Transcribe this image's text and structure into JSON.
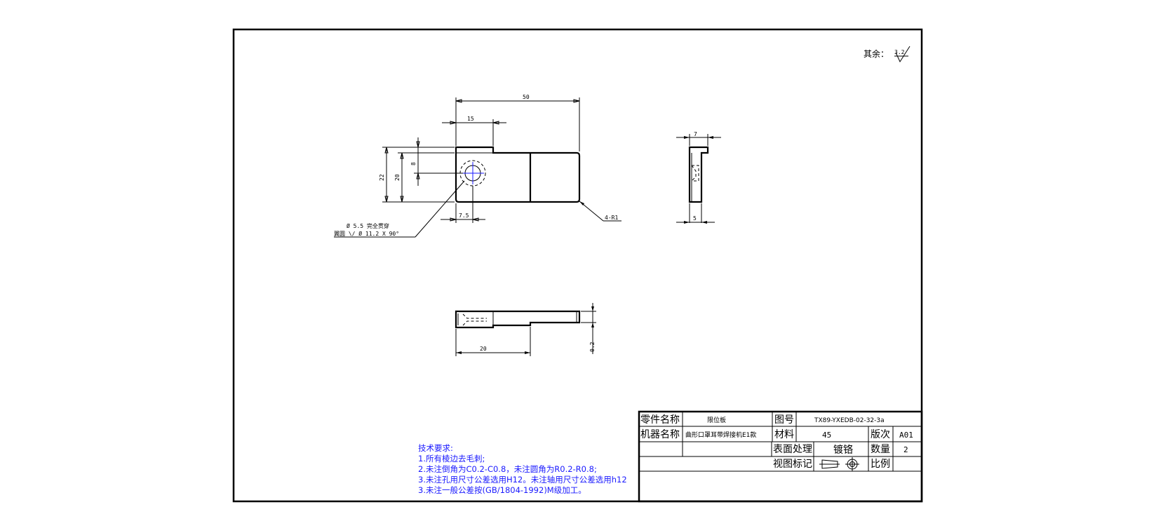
{
  "surface_note": {
    "label": "其余：",
    "roughness": "3.2"
  },
  "front_view": {
    "dim_overall_length": "50",
    "dim_tab_width": "15",
    "dim_height_22": "22",
    "dim_height_20": "20",
    "dim_hole_offset": "8",
    "dim_hole_pos": "7.5",
    "dim_radius": "4-R1",
    "hole_note_1": "Ø 5.5 完全贯穿",
    "hole_note_2": "翼圆 \\/ Ø 11.2 X 90°"
  },
  "side_view": {
    "dim_top": "7",
    "dim_bottom": "5"
  },
  "bottom_view": {
    "dim_length": "20",
    "dim_thickness": "0.2"
  },
  "tech_requirements": {
    "title": "技术要求:",
    "items": [
      "1.所有棱边去毛刺;",
      "2.未注倒角为C0.2-C0.8，未注圆角为R0.2-R0.8;",
      "3.未注孔用尺寸公差选用H12。未注轴用尺寸公差选用h12",
      "3.未注一般公差按(GB/1804-1992)M级加工。"
    ]
  },
  "title_block": {
    "part_name_label": "零件名称",
    "part_name": "限位板",
    "drawing_no_label": "图号",
    "drawing_no": "TX89-YXEDB-02-32-3a",
    "machine_name_label": "机器名称",
    "machine_name": "曲形口罩耳带焊接机E1款",
    "material_label": "材料",
    "material": "45",
    "revision_label": "版次",
    "revision": "A01",
    "surface_label": "表面处理",
    "surface": "镀铬",
    "quantity_label": "数量",
    "quantity": "2",
    "view_mark_label": "视图标记",
    "scale_label": "比例"
  }
}
